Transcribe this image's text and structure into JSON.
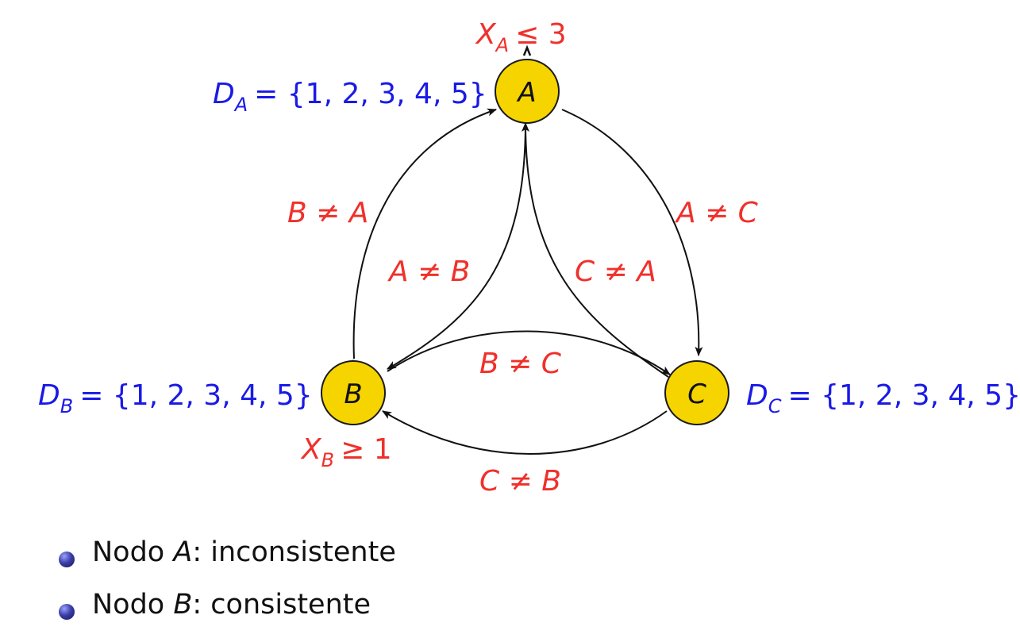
{
  "diagram": {
    "nodes": [
      {
        "id": "A",
        "label": "A"
      },
      {
        "id": "B",
        "label": "B"
      },
      {
        "id": "C",
        "label": "C"
      }
    ],
    "domains": {
      "A": {
        "var": "D",
        "sub": "A",
        "text": "= {1, 2, 3, 4, 5}"
      },
      "B": {
        "var": "D",
        "sub": "B",
        "text": "= {1, 2, 3, 4, 5}"
      },
      "C": {
        "var": "D",
        "sub": "C",
        "text": "= {1, 2, 3, 4, 5}"
      }
    },
    "unary_constraints": {
      "A": {
        "var": "X",
        "sub": "A",
        "text": "≤ 3"
      },
      "B": {
        "var": "X",
        "sub": "B",
        "text": "≥ 1"
      }
    },
    "edges": [
      {
        "from": "B",
        "to": "A",
        "label": "B ≠ A"
      },
      {
        "from": "A",
        "to": "C",
        "label": "A ≠ C"
      },
      {
        "from": "A",
        "to": "B",
        "label": "A ≠ B"
      },
      {
        "from": "C",
        "to": "A",
        "label": "C ≠ A"
      },
      {
        "from": "B",
        "to": "C",
        "label": "B ≠ C"
      },
      {
        "from": "C",
        "to": "B",
        "label": "C ≠ B"
      }
    ]
  },
  "bullets": [
    {
      "prefix": "Nodo ",
      "node": "A",
      "suffix": ": inconsistente"
    },
    {
      "prefix": "Nodo ",
      "node": "B",
      "suffix": ": consistente"
    }
  ],
  "colors": {
    "constraint": "#f0302a",
    "domain": "#1a1ae6",
    "node_fill": "#f5d400"
  }
}
